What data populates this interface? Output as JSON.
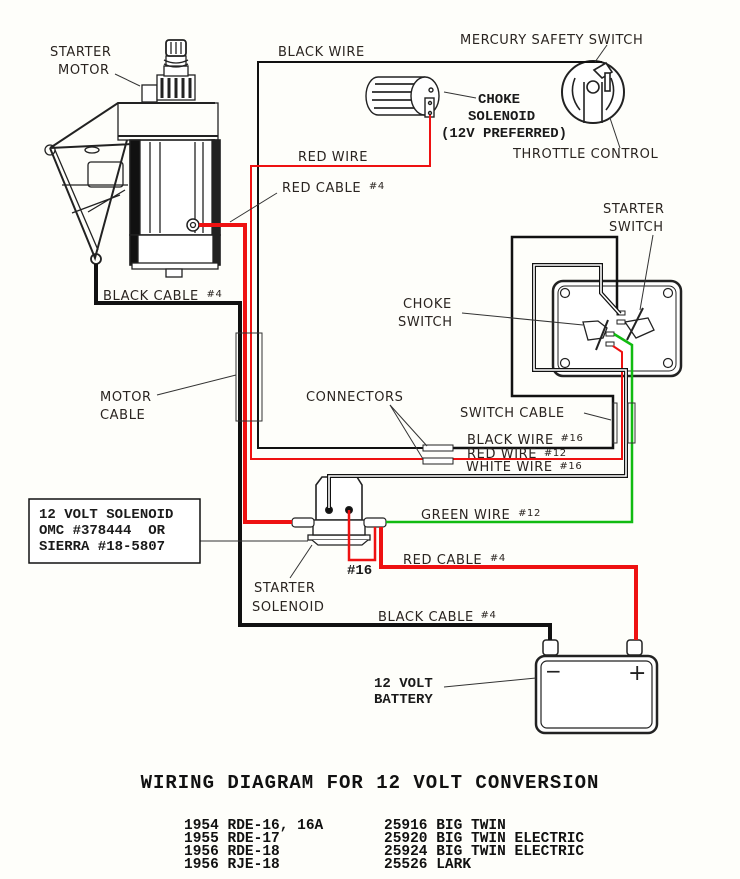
{
  "title": "WIRING DIAGRAM FOR 12 VOLT CONVERSION",
  "colors": {
    "black_wire": "#111111",
    "red_wire": "#ee1111",
    "green_wire": "#11bb11",
    "white_wire": "#ffffff",
    "background": "#fefefa"
  },
  "labels": {
    "starter_motor": [
      "STARTER",
      "MOTOR"
    ],
    "black_wire_top": "BLACK WIRE",
    "mercury_safety_switch": "MERCURY SAFETY SWITCH",
    "choke_solenoid": [
      "CHOKE",
      "SOLENOID",
      "(12V PREFERRED)"
    ],
    "throttle_control": "THROTTLE CONTROL",
    "red_wire_top": "RED WIRE",
    "red_cable_top": "RED CABLE",
    "red_cable_top_gauge": "#4",
    "starter_switch": [
      "STARTER",
      "SWITCH"
    ],
    "black_cable_motor": "BLACK CABLE",
    "black_cable_motor_gauge": "#4",
    "choke_switch": [
      "CHOKE",
      "SWITCH"
    ],
    "motor_cable": [
      "MOTOR",
      "CABLE"
    ],
    "connectors": "CONNECTORS",
    "switch_cable": "SWITCH CABLE",
    "black_wire_16": "BLACK WIRE",
    "black_wire_16_gauge": "#16",
    "red_wire_12": "RED WIRE",
    "red_wire_12_gauge": "#12",
    "white_wire_16": "WHITE WIRE",
    "white_wire_16_gauge": "#16",
    "green_wire_12": "GREEN WIRE",
    "green_wire_12_gauge": "#12",
    "jumper_16": "#16",
    "red_cable_battery": "RED CABLE",
    "red_cable_battery_gauge": "#4",
    "starter_solenoid": [
      "STARTER",
      "SOLENOID"
    ],
    "black_cable_battery": "BLACK CABLE",
    "black_cable_battery_gauge": "#4",
    "battery": [
      "12 VOLT",
      "BATTERY"
    ],
    "battery_minus": "−",
    "battery_plus": "+"
  },
  "callout_box": {
    "lines": [
      "12 VOLT SOLENOID",
      "OMC #378444  OR",
      "SIERRA #18-5807"
    ]
  },
  "models": {
    "left": [
      "1954 RDE-16, 16A",
      "1955 RDE-17",
      "1956 RDE-18",
      "1956 RJE-18"
    ],
    "right": [
      "25916 BIG TWIN",
      "25920 BIG TWIN ELECTRIC",
      "25924 BIG TWIN ELECTRIC",
      "25526 LARK"
    ]
  }
}
